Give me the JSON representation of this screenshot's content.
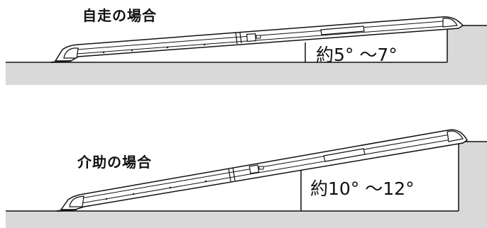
{
  "scenarios": [
    {
      "title": "自走の場合",
      "angle_label": "約5° ～7°"
    },
    {
      "title": "介助の場合",
      "angle_label": "約10° ～12°"
    }
  ],
  "colors": {
    "ground": "#d9d9d9",
    "line": "#111111",
    "ramp_fill": "#ffffff"
  }
}
